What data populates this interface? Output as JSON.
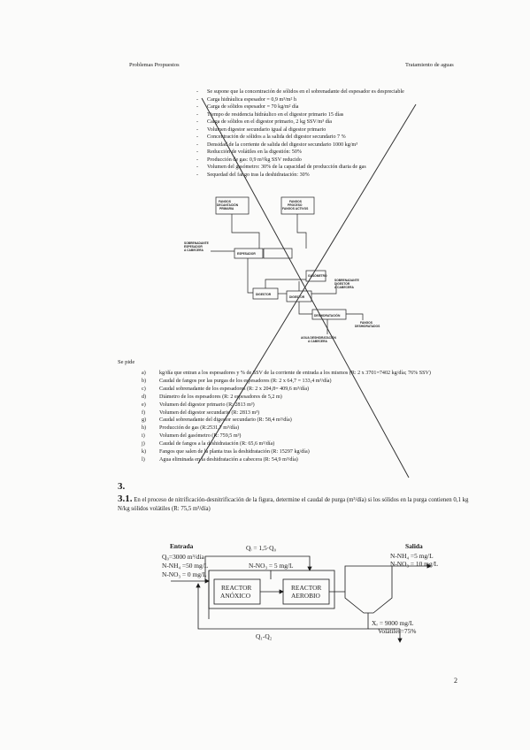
{
  "header": {
    "left": "Problemas Propuestos",
    "right": "Tratamiento de aguas"
  },
  "bullets": [
    "Se supone que la concentración de sólidos en el sobrenadante del espesador es despreciable",
    "Carga hidráulica espesador = 0,9 m³/m² h",
    "Carga de sólidos espesador = 70 kg/m² día",
    "Tiempo de residencia hidráulico en el digestor primario 15 días",
    "Carga de sólidos en el digestor primario, 2 kg SSV/m³ día",
    "Volumen digestor secundario igual al digestor primario",
    "Concentración de sólidos a la salida del digestor secundario 7 %",
    "Densidad de la corriente de salida del digestor secundario 1000 kg/m³",
    "Reducción de volátiles en la digestión: 50%",
    "Producción de gas: 0,9 m³/kg SSV reducido",
    "Volumen del gasómetro: 30% de la capacidad de producción diaria de gas",
    "Sequedad del fango tras la deshidratación: 30%"
  ],
  "diagram1": {
    "fangos_primario": "FANGOS DECANTACIÓN PRIMARIA",
    "fangos_biologico": "FANGOS PROCESO FANGOS ACTIVOS",
    "sobrenadante_espesador": "SOBRENADANTE ESPESADOR A CABECERA",
    "espesador": "ESPESADOR",
    "gasometro": "GASÓMETRO",
    "sobrenadante_digestor": "SOBRENADANTE DIGESTOR A CABECERA",
    "digestor_primario": "DIGESTOR",
    "digestor_secundario": "DIGESTOR",
    "deshidratacion": "DESHIDRATACIÓN",
    "fangos_deshidratados": "FANGOS DESHIDRATADOS",
    "agua_deshidratacion": "AGUA DESHIDRATACIÓN A CABECERA"
  },
  "se_pide": "Se pide",
  "questions": [
    {
      "letter": "a)",
      "text": "kg/día que entran a los espesadores y % de SSV de la corriente de entrada a los mismos (R: 2 x 3701=7402 kg/día; 76% SSV)"
    },
    {
      "letter": "b)",
      "text": "Caudal de fangos por las purgas de los espesadores (R: 2 x 64,7 = 133,4 m³/día)"
    },
    {
      "letter": "c)",
      "text": "Caudal sobrenadante de los espesadores (R: 2 x 204,8= 409,6 m³/día)"
    },
    {
      "letter": "d)",
      "text": "Diámetro de los espesadores (R: 2 espesadores de 5,2 m)"
    },
    {
      "letter": "e)",
      "text": "Volumen del digestor primario (R: 2813 m³)"
    },
    {
      "letter": "f)",
      "text": "Volumen del digestor secundario (R: 2813 m³)"
    },
    {
      "letter": "g)",
      "text": "Caudal sobrenadante del digestor secundario (R: 58,4 m³/día)"
    },
    {
      "letter": "h)",
      "text": "Producción de gas (R:2531,7 m³/día)"
    },
    {
      "letter": "i)",
      "text": "Volumen del gasómetro (R: 759,5 m³)"
    },
    {
      "letter": "j)",
      "text": "Caudal de fangos a la deshidratación (R: 65,6 m³/día)"
    },
    {
      "letter": "k)",
      "text": "Fangos que salen de la planta tras la deshidratación (R: 15297 kg/día)"
    },
    {
      "letter": "l)",
      "text": "Agua eliminada en la deshidratación a cabecera (R: 54,9 m³/día)"
    }
  ],
  "section": "3.",
  "problem": {
    "number": "3.1.",
    "text": "En el proceso de nitrificación-desnitrificación de la figura, determine el caudal de purga (m³/día) si los sólidos en la purga contienen 0,1 kg N/kg sólidos volátiles (R: 75,5 m³/día)"
  },
  "diagram2": {
    "entrada_title": "Entrada",
    "entrada_q": "Q₀=3000 m³/día",
    "entrada_nh4": "N-NH₄ =50 mg/L",
    "entrada_no3": "N-NO₃ = 0 mg/L",
    "recirc": "Qᵢ = 1,5·Q₀",
    "no3_mid": "N-NO₃ = 5 mg/L",
    "reactor_anoxico": [
      "REACTOR",
      "ANÓXICO"
    ],
    "reactor_aerobio": [
      "REACTOR",
      "AEROBIO"
    ],
    "salida_title": "Salida",
    "salida_nh4": "N-NH₄ =5 mg/L",
    "salida_no3": "N-NO₃ = 10 mg/L",
    "xr": "Xᵣ = 9000 mg/L",
    "volatiles": "Volátiles=75%",
    "return_flow": "Q₁-Q₂"
  },
  "page_number": "2"
}
